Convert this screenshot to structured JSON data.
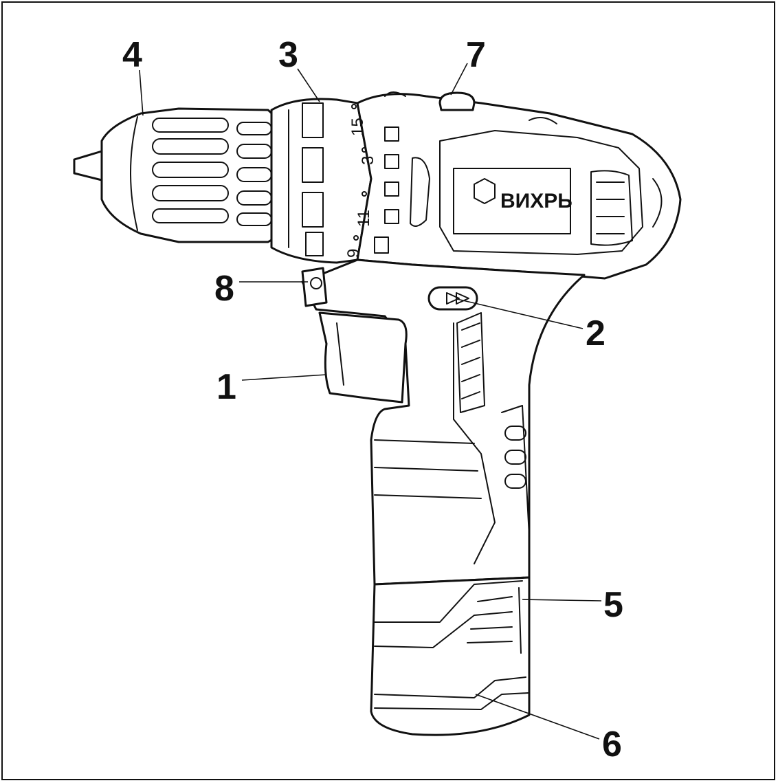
{
  "brand": {
    "label": "ВИХРЬ"
  },
  "dial_marks": [
    "15",
    "3",
    "11",
    "9"
  ],
  "callouts": [
    {
      "id": "1",
      "label": "1"
    },
    {
      "id": "2",
      "label": "2"
    },
    {
      "id": "3",
      "label": "3"
    },
    {
      "id": "4",
      "label": "4"
    },
    {
      "id": "5",
      "label": "5"
    },
    {
      "id": "6",
      "label": "6"
    },
    {
      "id": "7",
      "label": "7"
    },
    {
      "id": "8",
      "label": "8"
    }
  ],
  "colors": {
    "line": "#111111",
    "background": "#ffffff"
  }
}
